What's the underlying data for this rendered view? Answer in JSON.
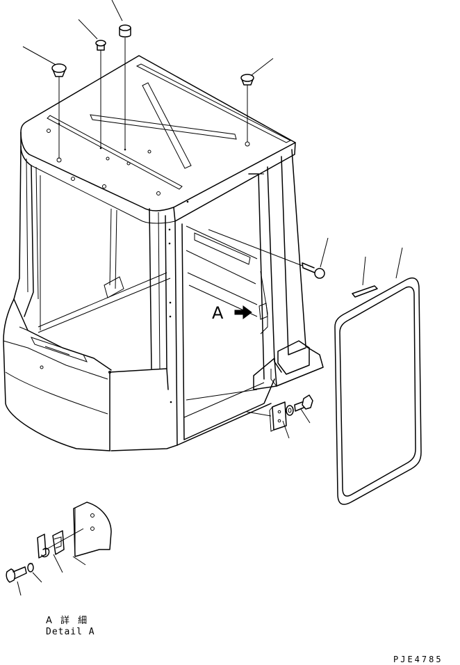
{
  "view_label": "A",
  "detail": {
    "title_jp": "A 詳 細",
    "title_en": "Detail A"
  },
  "drawing_code": "PJE4785"
}
